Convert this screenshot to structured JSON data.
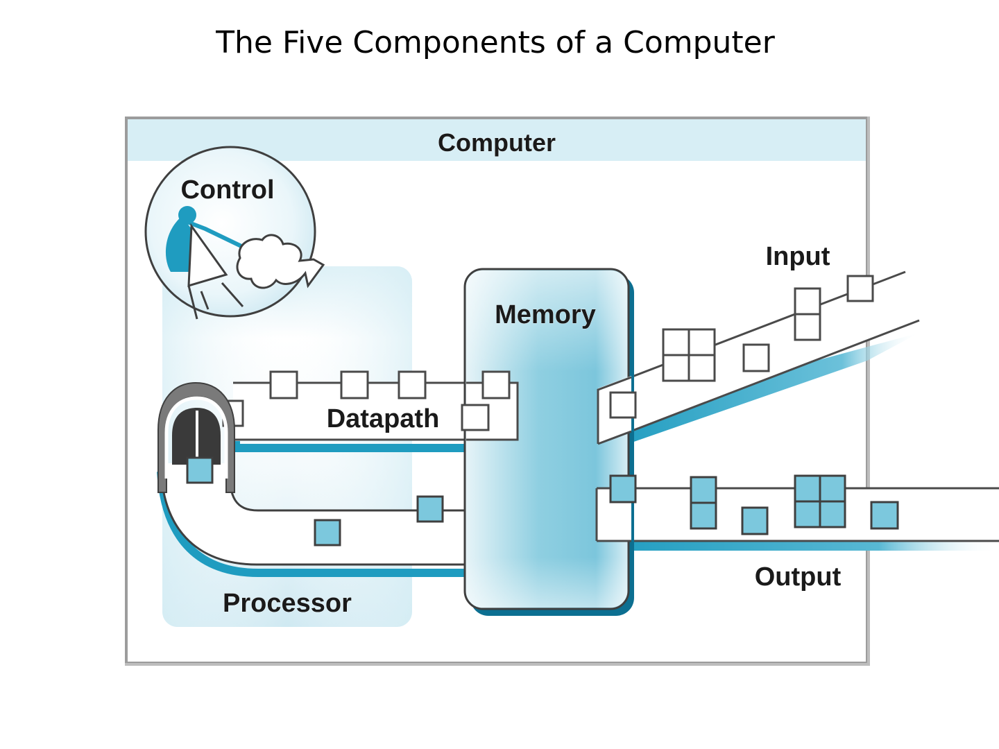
{
  "slide": {
    "title": "The Five Components of a Computer"
  },
  "diagram": {
    "computer_label": "Computer",
    "control_label": "Control",
    "datapath_label": "Datapath",
    "memory_label": "Memory",
    "input_label": "Input",
    "output_label": "Output",
    "processor_label": "Processor"
  },
  "colors": {
    "light_blue": "#d7eef5",
    "mid_blue": "#a9d9e6",
    "teal": "#1f9cc0",
    "dark_teal": "#0c6f91",
    "square_fill": "#7cc8dd",
    "frame": "#9c9c9c"
  }
}
